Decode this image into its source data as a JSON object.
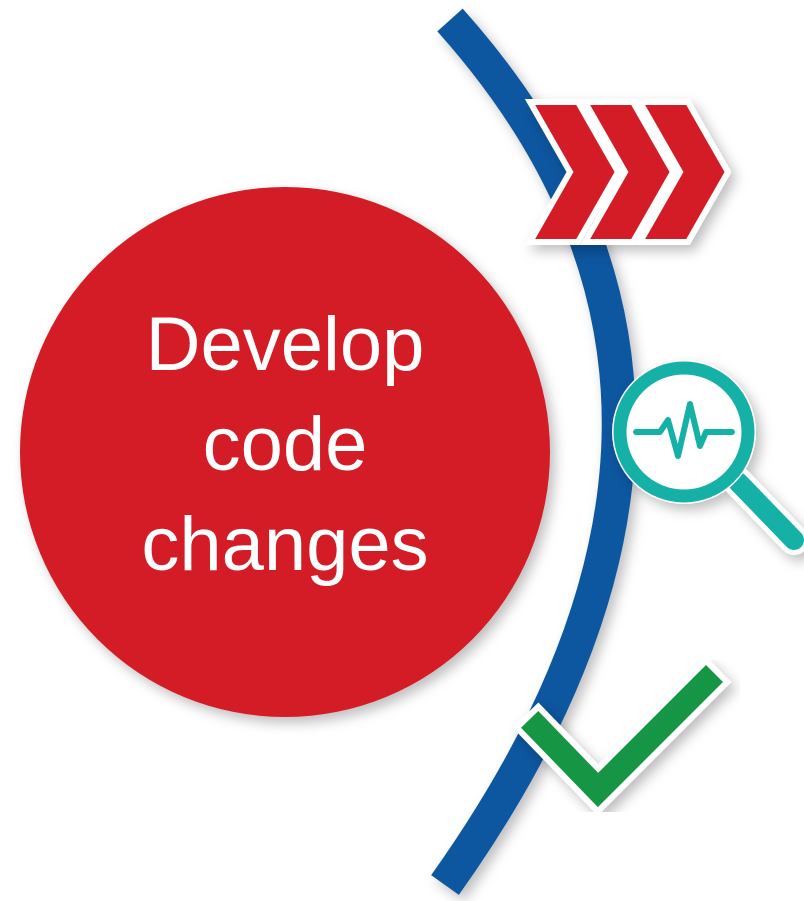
{
  "stage": {
    "lines": [
      "Develop",
      "code",
      "changes"
    ]
  },
  "steps": [
    {
      "icon": "triple-chevron-icon"
    },
    {
      "icon": "magnifier-pulse-icon"
    },
    {
      "icon": "checkmark-icon"
    }
  ],
  "colors": {
    "circle": "#d31e25",
    "arc": "#0b57a0",
    "chevron": "#d31e25",
    "magnifier": "#13b1a6",
    "check": "#129545",
    "outline": "#ffffff"
  }
}
